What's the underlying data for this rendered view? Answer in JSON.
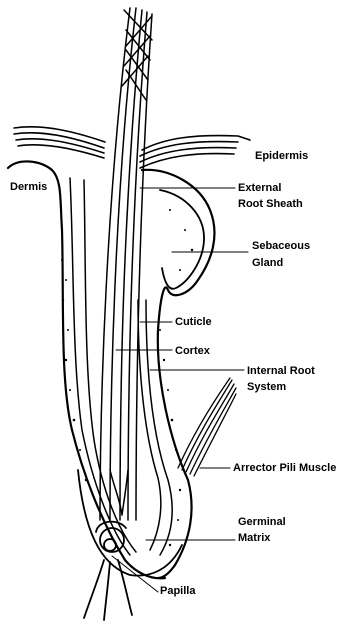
{
  "labels": {
    "epidermis": "Epidermis",
    "dermis": "Dermis",
    "external_root_sheath_1": "External",
    "external_root_sheath_2": "Root Sheath",
    "sebaceous_gland_1": "Sebaceous",
    "sebaceous_gland_2": "Gland",
    "cuticle": "Cuticle",
    "cortex": "Cortex",
    "internal_root_system_1": "Internal Root",
    "internal_root_system_2": "System",
    "arrector_pili_muscle": "Arrector Pili Muscle",
    "germinal_matrix_1": "Germinal",
    "germinal_matrix_2": "Matrix",
    "papilla": "Papilla"
  },
  "colors": {
    "ink": "#000000",
    "paper": "#ffffff"
  }
}
